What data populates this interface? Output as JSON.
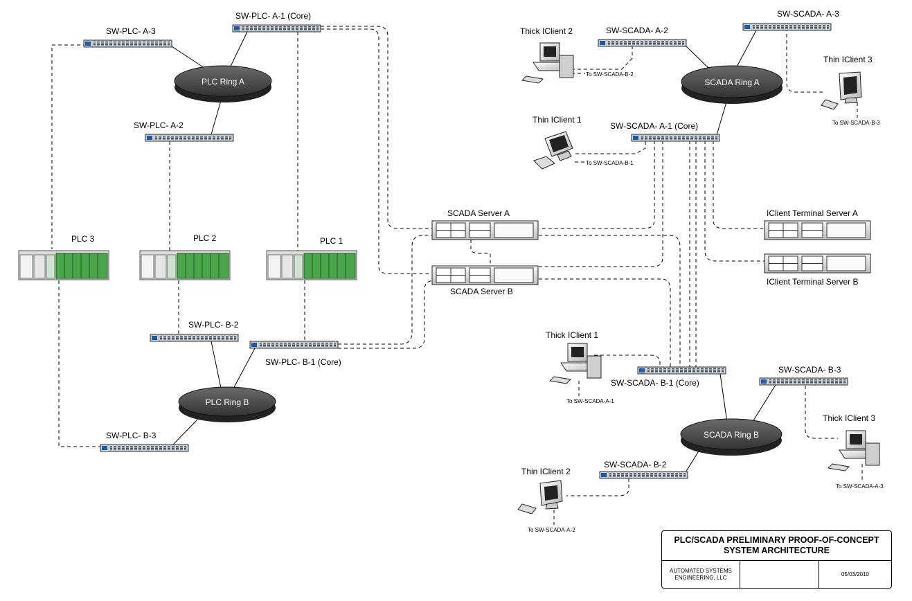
{
  "switches": [
    {
      "id": "sw-plc-a-1",
      "label": "SW-PLC- A-1  (Core)"
    },
    {
      "id": "sw-plc-a-2",
      "label": "SW-PLC- A-2"
    },
    {
      "id": "sw-plc-a-3",
      "label": "SW-PLC- A-3"
    },
    {
      "id": "sw-plc-b-1",
      "label": "SW-PLC- B-1 (Core)"
    },
    {
      "id": "sw-plc-b-2",
      "label": "SW-PLC- B-2"
    },
    {
      "id": "sw-plc-b-3",
      "label": "SW-PLC- B-3"
    },
    {
      "id": "sw-scada-a-1",
      "label": "SW-SCADA- A-1  (Core)"
    },
    {
      "id": "sw-scada-a-2",
      "label": "SW-SCADA- A-2"
    },
    {
      "id": "sw-scada-a-3",
      "label": "SW-SCADA- A-3"
    },
    {
      "id": "sw-scada-b-1",
      "label": "SW-SCADA- B-1  (Core)"
    },
    {
      "id": "sw-scada-b-2",
      "label": "SW-SCADA- B-2"
    },
    {
      "id": "sw-scada-b-3",
      "label": "SW-SCADA- B-3"
    }
  ],
  "rings": [
    {
      "id": "plc-ring-a",
      "label": "PLC Ring A"
    },
    {
      "id": "plc-ring-b",
      "label": "PLC Ring B"
    },
    {
      "id": "scada-ring-a",
      "label": "SCADA Ring A"
    },
    {
      "id": "scada-ring-b",
      "label": "SCADA Ring B"
    }
  ],
  "plcs": [
    {
      "id": "plc-1",
      "label": "PLC 1"
    },
    {
      "id": "plc-2",
      "label": "PLC 2"
    },
    {
      "id": "plc-3",
      "label": "PLC 3"
    }
  ],
  "servers": [
    {
      "id": "scada-server-a",
      "label": "SCADA Server A"
    },
    {
      "id": "scada-server-b",
      "label": "SCADA Server B"
    },
    {
      "id": "iclient-terminal-server-a",
      "label": "IClient Terminal Server A"
    },
    {
      "id": "iclient-terminal-server-b",
      "label": "IClient Terminal Server B"
    }
  ],
  "clients": [
    {
      "id": "thick-iclient-1",
      "label": "Thick IClient 1",
      "note": "To SW-SCADA-A-1"
    },
    {
      "id": "thick-iclient-2",
      "label": "Thick IClient 2",
      "note": "To SW-SCADA-B-2"
    },
    {
      "id": "thick-iclient-3",
      "label": "Thick IClient 3",
      "note": "To SW-SCADA-A-3"
    },
    {
      "id": "thin-iclient-1",
      "label": "Thin IClient 1",
      "note": "To SW-SCADA-B-1"
    },
    {
      "id": "thin-iclient-2",
      "label": "Thin IClient 2",
      "note": "To SW-SCADA-A-2"
    },
    {
      "id": "thin-iclient-3",
      "label": "Thin IClient 3",
      "note": "To SW-SCADA-B-3"
    }
  ],
  "title_block": {
    "title_line1": "PLC/SCADA PRELIMINARY PROOF-OF-CONCEPT",
    "title_line2": "SYSTEM ARCHITECTURE",
    "company_line1": "AUTOMATED SYSTEMS",
    "company_line2": "ENGINEERING, LLC",
    "date": "05/03/2010"
  }
}
